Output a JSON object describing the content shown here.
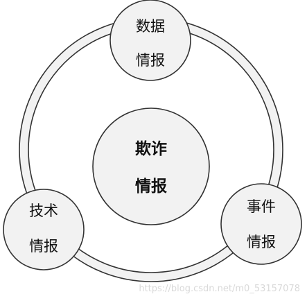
{
  "diagram": {
    "type": "cycle",
    "center": {
      "line1": "欺诈",
      "line2": "情报"
    },
    "nodes": [
      {
        "id": "data",
        "line1": "数据",
        "line2": "情报"
      },
      {
        "id": "tech",
        "line1": "技术",
        "line2": "情报"
      },
      {
        "id": "event",
        "line1": "事件",
        "line2": "情报"
      }
    ]
  },
  "colors": {
    "fill": "#f2f2f2",
    "stroke": "#333333",
    "background": "#ffffff"
  },
  "watermark": "https://blog.csdn.net/m0_53157078"
}
